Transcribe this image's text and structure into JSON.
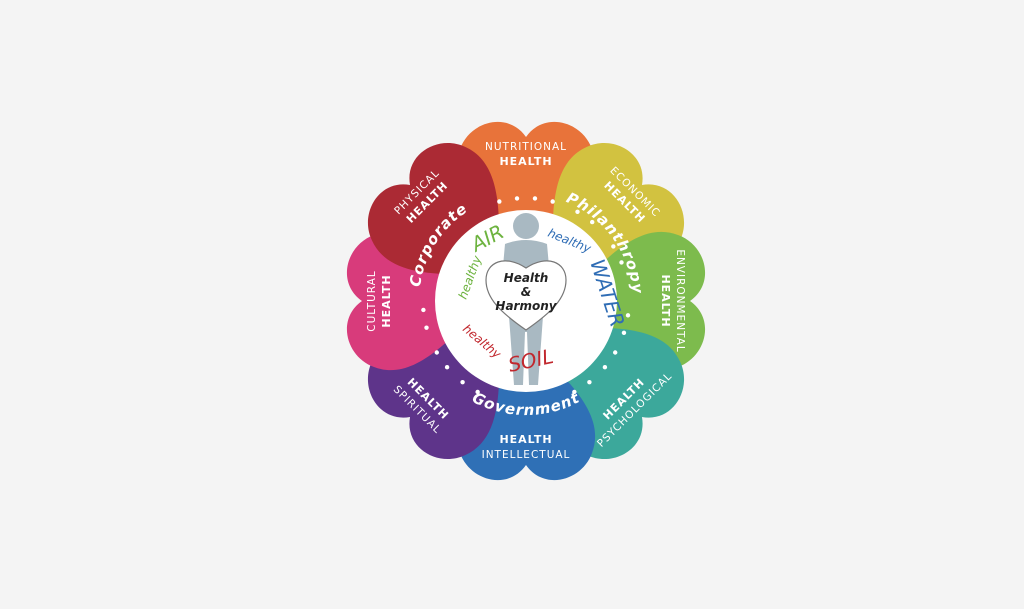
{
  "petals": [
    {
      "line1": "NUTRITIONAL",
      "line2": "HEALTH",
      "color": "#e8733a"
    },
    {
      "line1": "ECONOMIC",
      "line2": "HEALTH",
      "color": "#d2c240"
    },
    {
      "line1": "ENVIRONMENTAL",
      "line2": "HEALTH",
      "color": "#7dbb4d"
    },
    {
      "line1": "PSYCHOLOGICAL",
      "line2": "HEALTH",
      "color": "#3ca89b"
    },
    {
      "line1": "INTELLECTUAL",
      "line2": "HEALTH",
      "color": "#2f70b6"
    },
    {
      "line1": "SPIRITUAL",
      "line2": "HEALTH",
      "color": "#5e348a"
    },
    {
      "line1": "CULTURAL",
      "line2": "HEALTH",
      "color": "#d83b7b"
    },
    {
      "line1": "PHYSICAL",
      "line2": "HEALTH",
      "color": "#ab2a34"
    }
  ],
  "ring": {
    "corporate": "Corporate",
    "philanthropy": "Philanthropy",
    "government": "Government"
  },
  "inner": {
    "air_prefix": "healthy",
    "air": "AIR",
    "air_color": "#6db33f",
    "water_prefix": "healthy",
    "water": "WATER",
    "water_color": "#2f6db5",
    "soil_prefix": "healthy",
    "soil": "SOIL",
    "soil_color": "#c1272d"
  },
  "heart": {
    "line1": "Health",
    "line2": "&",
    "line3": "Harmony"
  }
}
